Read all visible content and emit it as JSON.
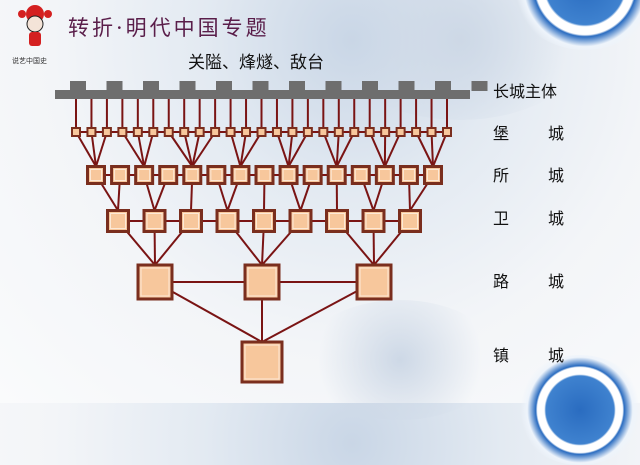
{
  "header": {
    "title": "转折·明代中国专题",
    "subtitle": "关隘、烽燧、敌台",
    "logo_text": "说艺中国史"
  },
  "legend": {
    "heading": "长城主体",
    "rows": [
      {
        "left": "堡",
        "right": "城"
      },
      {
        "left": "所",
        "right": "城"
      },
      {
        "left": "卫",
        "right": "城"
      },
      {
        "left": "路",
        "right": "城"
      },
      {
        "left": "镇",
        "right": "城"
      }
    ]
  },
  "diagram": {
    "merlon_count": 12,
    "level_counts": [
      25,
      15,
      9,
      3,
      1
    ],
    "colors": {
      "line": "#7a1414",
      "box_fill": "#f7c79c",
      "box_border": "#7a2e1e",
      "wall": "#6e6e6e"
    }
  }
}
